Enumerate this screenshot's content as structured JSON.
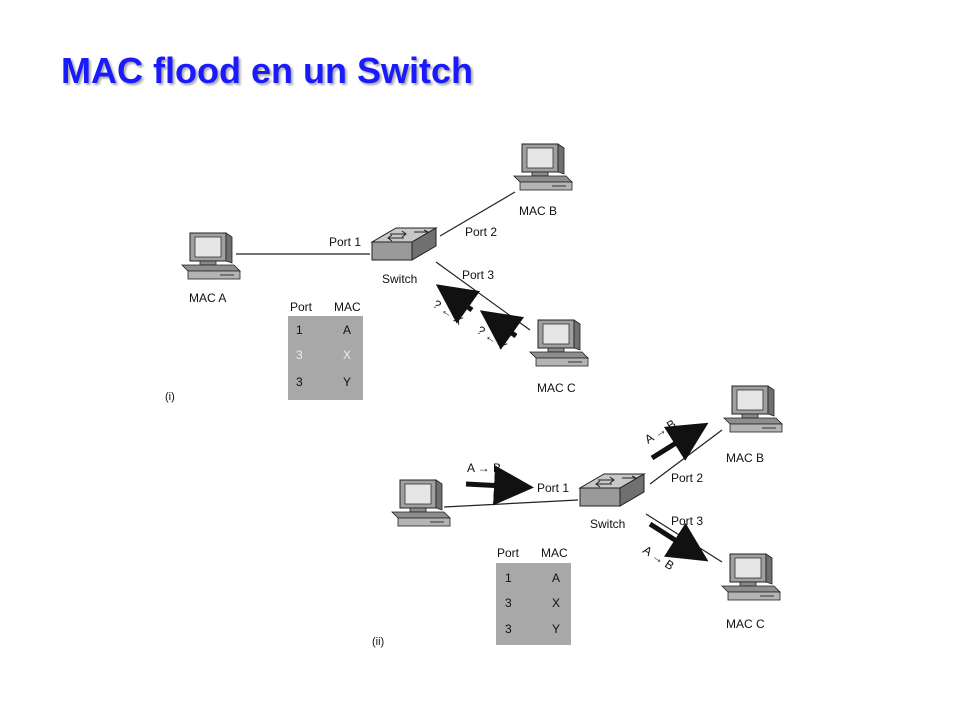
{
  "title": "MAC flood en un Switch",
  "diagram_i": {
    "caption": "(i)",
    "switch_label": "Switch",
    "ports": {
      "p1": "Port 1",
      "p2": "Port 2",
      "p3": "Port 3"
    },
    "hosts": {
      "a": "MAC A",
      "b": "MAC B",
      "c": "MAC C"
    },
    "flood_labels": [
      "? ← X",
      "? ← Y"
    ],
    "table": {
      "headers": [
        "Port",
        "MAC"
      ],
      "rows": [
        [
          "1",
          "A"
        ],
        [
          "3",
          "X"
        ],
        [
          "3",
          "Y"
        ]
      ]
    }
  },
  "diagram_ii": {
    "caption": "(ii)",
    "switch_label": "Switch",
    "ports": {
      "p1": "Port 1",
      "p2": "Port 2",
      "p3": "Port 3"
    },
    "hosts": {
      "b": "MAC B",
      "c": "MAC C"
    },
    "frame_labels": {
      "in": "A → B",
      "out2": "A → B",
      "out3": "A → B"
    },
    "table": {
      "headers": [
        "Port",
        "MAC"
      ],
      "rows": [
        [
          "1",
          "A"
        ],
        [
          "3",
          "X"
        ],
        [
          "3",
          "Y"
        ]
      ]
    }
  },
  "colors": {
    "title": "#1a1aff",
    "table_bg": "#a8a8a8",
    "device": "#9a9a9a"
  }
}
